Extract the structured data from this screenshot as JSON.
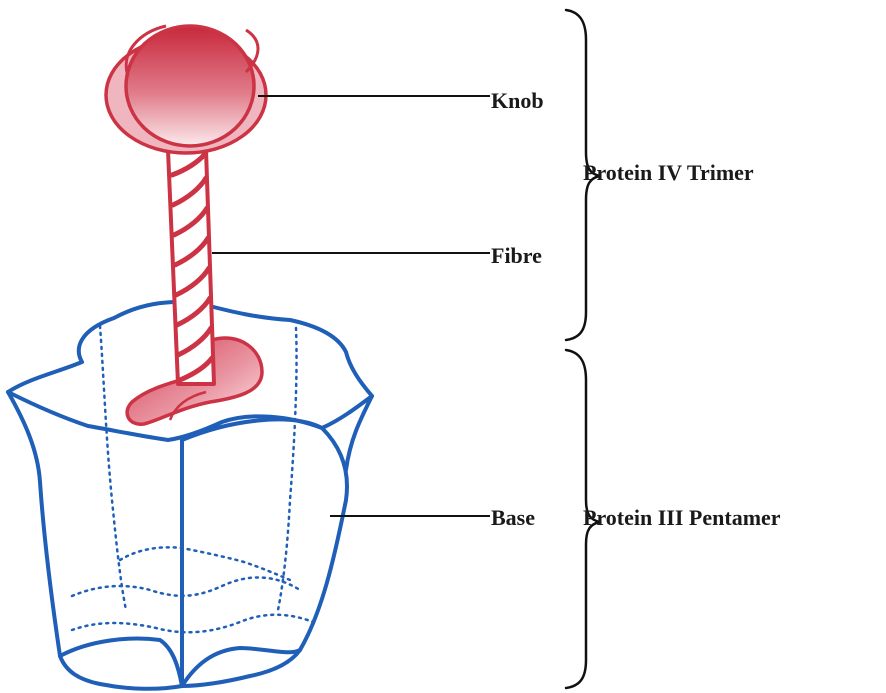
{
  "labels": {
    "knob": "Knob",
    "fibre": "Fibre",
    "base": "Base",
    "protein_iv": "Protein IV Trimer",
    "protein_iii": "Protein III Pentamer"
  },
  "colors": {
    "protein_iv": "#cc3344",
    "protein_iii": "#1f5fb8",
    "leader": "#111111"
  }
}
